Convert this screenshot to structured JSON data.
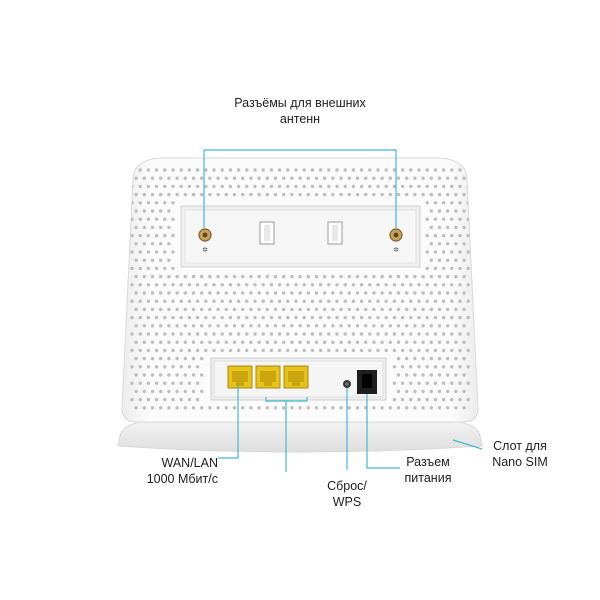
{
  "labels": {
    "antenna_line1": "Разъёмы для внешних",
    "antenna_line2": "антенн",
    "wan_line1": "WAN/LAN",
    "wan_line2": "1000 Мбит/с",
    "reset_line1": "Сброс/",
    "reset_line2": "WPS",
    "power_line1": "Разъем",
    "power_line2": "питания",
    "sim_line1": "Слот для",
    "sim_line2": "Nano SIM"
  },
  "colors": {
    "callout": "#46b8d6",
    "body": "#fafafa",
    "port": "#e6c21a",
    "dot": "#bdbdbd"
  }
}
